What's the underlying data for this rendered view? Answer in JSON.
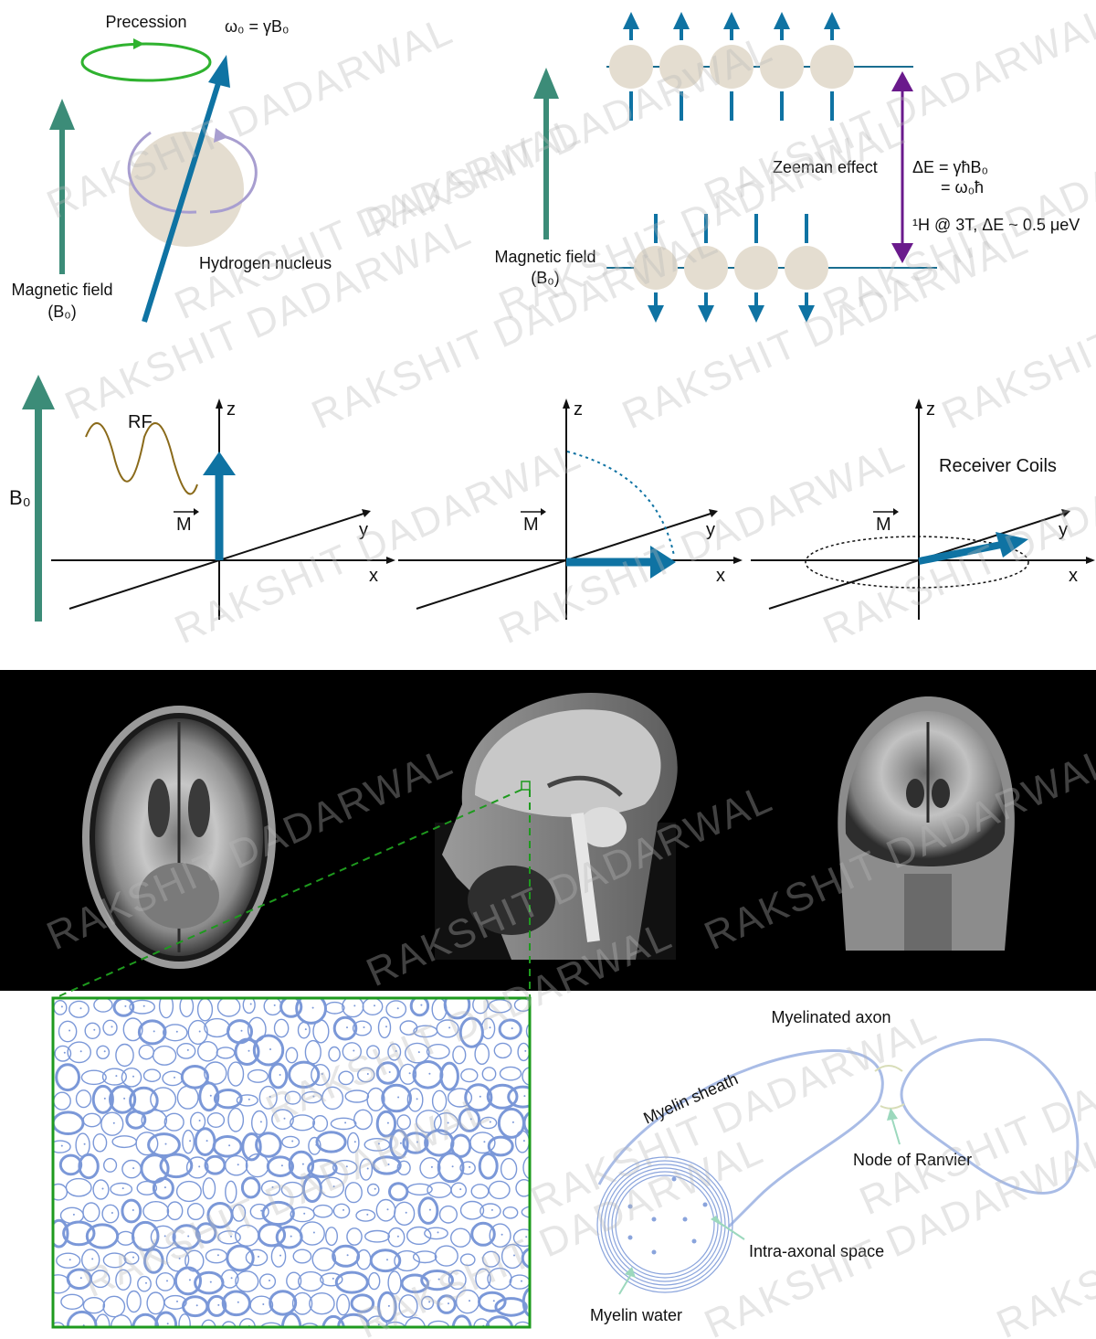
{
  "panel_precession": {
    "precession_label": "Precession",
    "larmor_equation": "ω₀ = γB₀",
    "field_label_line1": "Magnetic field",
    "field_label_line2": "(B₀)",
    "nucleus_label": "Hydrogen nucleus"
  },
  "panel_zeeman": {
    "field_label_line1": "Magnetic field",
    "field_label_line2": "(B₀)",
    "effect_label": "Zeeman effect",
    "delta_e_line1": "ΔE = γħB₀",
    "delta_e_line2": "= ω₀ħ",
    "example_label": "¹H @ 3T, ΔE ~ 0.5 μeV",
    "spins_up_count": 5,
    "spins_down_count": 4
  },
  "panel_rf": {
    "b0_label": "B₀",
    "rf_label": "RF",
    "receiver_label": "Receiver Coils",
    "magnetization_label": "M",
    "axis_x": "x",
    "axis_y": "y",
    "axis_z": "z"
  },
  "panel_mri": {
    "views": [
      "axial",
      "sagittal",
      "coronal"
    ]
  },
  "panel_axon": {
    "title": "Myelinated axon",
    "myelin_sheath_label": "Myelin sheath",
    "node_label": "Node of Ranvier",
    "intra_axonal_label": "Intra-axonal space",
    "myelin_water_label": "Myelin water"
  },
  "watermark": "RAKSHIT DADARWAL",
  "colors": {
    "field_arrow": "#3c8c78",
    "spin_arrow": "#0f73a3",
    "precession_orbit": "#2fb22f",
    "delta_e_arrow": "#6a1a8c",
    "rf_wave": "#8a6a1a",
    "axon": "#7b98d8",
    "crop_box": "#1e9a1e"
  }
}
